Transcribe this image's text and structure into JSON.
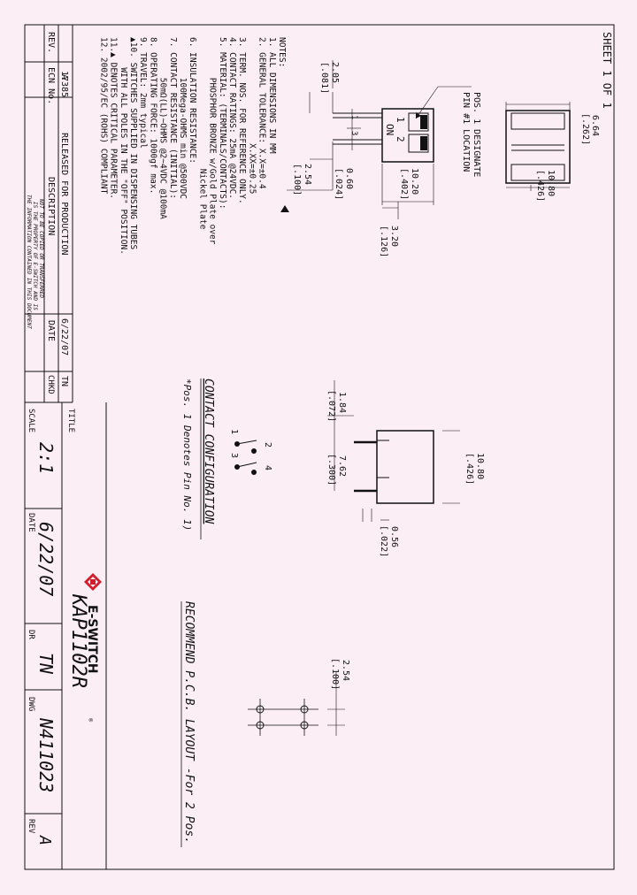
{
  "sheet_label": "SHEET 1 OF 1",
  "dims": {
    "top_width": "6.64",
    "top_width_in": "[.262]",
    "top_len": "10.80",
    "top_len_in": "[.426]",
    "d_205": "2.05",
    "d_205_in": "[.081]",
    "d_254": "2.54",
    "d_254_in": "[.100]",
    "d_060": "0.60",
    "d_060_in": "[.024]",
    "d_1020": "10.20",
    "d_1020_in": "[.402]",
    "d_320": "3.20",
    "d_320_in": "[.126]",
    "d_184": "1.84",
    "d_184_in": "[.072]",
    "d_762": "7.62",
    "d_762_in": "[.300]",
    "d_1080": "10.80",
    "d_1080_in": "[.426]",
    "d_056": "0.56",
    "d_056_in": "[.022]",
    "pcb_254": "2.54",
    "pcb_254_in": "[.100]"
  },
  "pos_note_1": "POS. 1 DESIGNATE",
  "pos_note_2": "PIN #1 LOCATION",
  "switch_on": "ON",
  "switch_num_1": "1",
  "switch_num_2": "2",
  "contact_title": "CONTACT CONFIGURATION",
  "contact_note": "*Pos. 1 Denotes Pin No. 1)",
  "pin_1": "1",
  "pin_2": "2",
  "pin_3": "3",
  "pin_4": "4",
  "pcb_title": "RECOMMEND P.C.B. LAYOUT -For 2 Pos.",
  "notes": [
    "NOTES:",
    "1. ALL DIMENSIONS IN MM",
    "2. GENERAL TOLERANCE: X.X=±0.4",
    "                     X.XX=±0.25",
    "3. TERM. NOS. FOR REFERENCE ONLY.",
    "4. CONTACT RATINGS: 25mA @24VDC.",
    "5. MATERIAL: (TERMINALS/CONTACTS):",
    "        PHOSPHOR BRONZE w/Gold Plate over",
    "                          Nickel Plate",
    "6. INSULATION RESISTANCE:",
    "        100Mega-OHMS min @500VDC",
    "7. CONTACT RESISTANCE (INITIAL):",
    "        50mΩ(LL)~OHMS @2~4VDC @100mA",
    "8. OPERATING FORCE: 1000gf max.",
    "9. TRAVEL: 2mm typical",
    "▲10. SWITCHES SUPPLIED IN DISPENSING TUBES",
    "      WITH ALL POLES IN THE \"OFF\" POSITION.",
    "11.▲ DENOTES CRITICAL PARAMETER.",
    "12. 2002/95/EC (ROHS) COMPLIANT"
  ],
  "rev_table": {
    "headers": [
      "REV.",
      "ECN No.",
      "DESCRIPTION",
      "DATE",
      "CHKD"
    ],
    "row": [
      "A",
      "17385",
      "RELEASED FOR PRODUCTION",
      "6/22/07",
      "TN"
    ]
  },
  "confidential": [
    "THE INFORMATION CONTAINED IN THIS DOCUMENT",
    "IS THE PROPERTY OF E-SWITCH AND IS",
    "NOT TO BE COPIED OR TRANSFERRED"
  ],
  "title_block": {
    "title_label": "TITLE",
    "title_value": "KAP1102R",
    "scale_label": "SCALE",
    "scale_value": "2:1",
    "date_label": "DATE",
    "date_value": "6/22/07",
    "dr_label": "DR",
    "dr_value": "TN",
    "dwg_label": "DWG",
    "dwg_value": "N411023",
    "rev_label": "REV",
    "rev_value": "A"
  },
  "logo_text": "E-SWITCH",
  "logo_tm": "®",
  "colors": {
    "logo_red": "#d01e2a",
    "paper": "#fbeef5",
    "ink": "#111111"
  }
}
